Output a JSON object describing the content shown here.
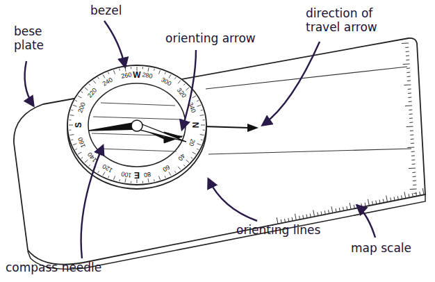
{
  "diagram": {
    "labels": [
      "bese plate",
      "bezel",
      "orienting arrow",
      "direction of travel arrow",
      "map scale",
      "orienting lines",
      "compass needle",
      "N",
      "20",
      "40",
      "60",
      "80",
      "E",
      "100",
      "120",
      "140",
      "160",
      "S",
      "200",
      "220",
      "240",
      "260",
      "W",
      "280",
      "300",
      "320",
      "340"
    ]
  }
}
